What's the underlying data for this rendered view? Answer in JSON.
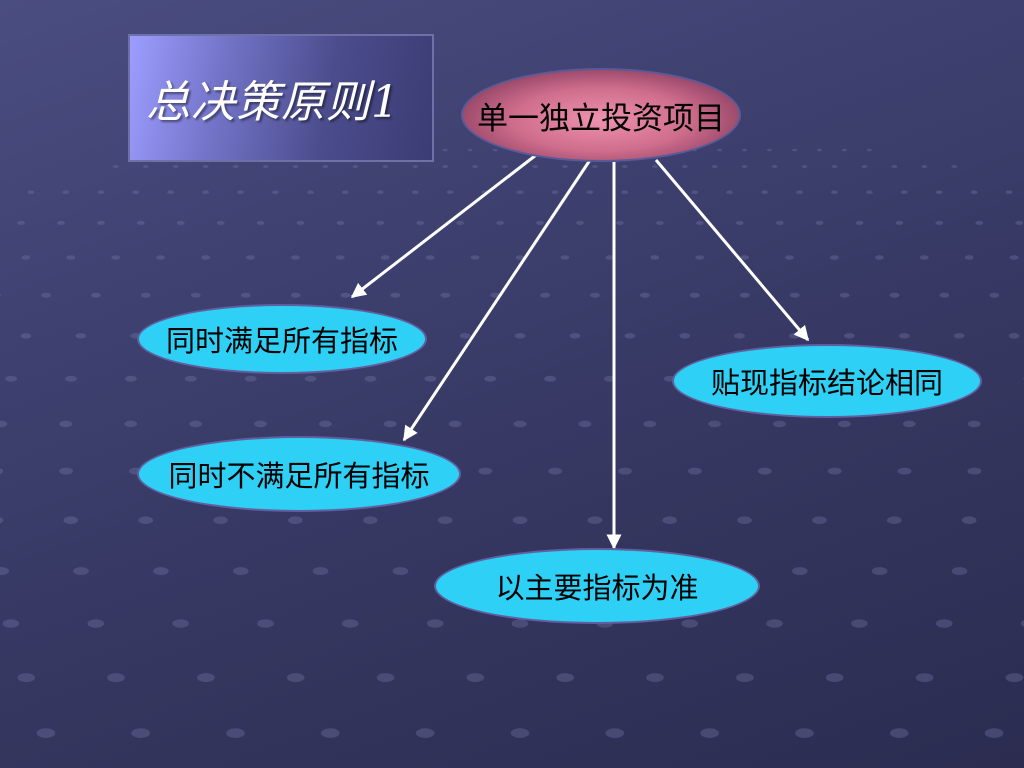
{
  "title": "总决策原则1",
  "diagram": {
    "root": "单一独立投资项目",
    "children": [
      "同时满足所有指标",
      "同时不满足所有指标",
      "以主要指标为准",
      "贴现指标结论相同"
    ]
  },
  "colors": {
    "background": "#3d3f6e",
    "root_fill": "#cf6d8d",
    "leaf_fill": "#2ed0f5",
    "arrow": "#ffffff"
  }
}
